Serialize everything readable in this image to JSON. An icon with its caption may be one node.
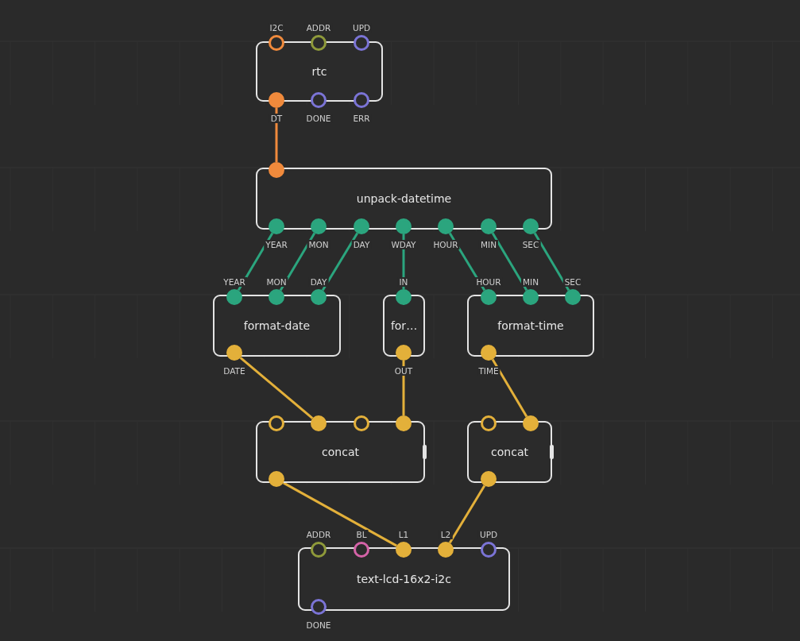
{
  "diagram": {
    "nodes": [
      {
        "text": [
          "rtc"
        ]
      },
      {
        "text": [],
        "shape": "circle",
        "in": 0,
        "beside": [
          "I2C"
        ]
      },
      {
        "text": [],
        "shape": "circle",
        "in": 0,
        "beside": [
          "ADDR"
        ]
      },
      {
        "text": [],
        "shape": "circle",
        "in": 0,
        "beside": [
          "UPD"
        ]
      },
      {
        "text": [],
        "shape": "circle",
        "in": 0,
        "beside": [
          "DT"
        ]
      },
      {
        "text": [],
        "shape": "circle",
        "in": 0,
        "beside": [
          "DONE"
        ]
      },
      {
        "text": [],
        "shape": "circle",
        "in": 0,
        "beside": [
          "ERR"
        ]
      },
      {
        "text": [
          "unpack-datetime"
        ]
      },
      {
        "text": [],
        "shape": "circle",
        "in": 7
      },
      {
        "text": [],
        "shape": "circle",
        "in": 7,
        "beside": [
          "YEAR"
        ]
      },
      {
        "text": [],
        "shape": "circle",
        "in": 7,
        "beside": [
          "MON"
        ]
      },
      {
        "text": [],
        "shape": "circle",
        "in": 7,
        "beside": [
          "DAY"
        ]
      },
      {
        "text": [],
        "shape": "circle",
        "in": 7,
        "beside": [
          "WDAY"
        ]
      },
      {
        "text": [],
        "shape": "circle",
        "in": 7,
        "beside": [
          "HOUR"
        ]
      },
      {
        "text": [],
        "shape": "circle",
        "in": 7,
        "beside": [
          "MIN"
        ]
      },
      {
        "text": [],
        "shape": "circle",
        "in": 7,
        "beside": [
          "SEC"
        ]
      },
      {
        "text": [
          "format-date"
        ]
      },
      {
        "text": [],
        "shape": "circle",
        "in": 16,
        "beside": [
          "YEAR"
        ]
      },
      {
        "text": [],
        "shape": "circle",
        "in": 16,
        "beside": [
          "MON"
        ]
      },
      {
        "text": [],
        "shape": "circle",
        "in": 16,
        "beside": [
          "DAY"
        ]
      },
      {
        "text": [],
        "shape": "circle",
        "in": 16,
        "beside": [
          "DATE"
        ]
      },
      {
        "text": [
          "for…"
        ]
      },
      {
        "text": [],
        "shape": "circle",
        "in": 21,
        "beside": [
          "IN"
        ]
      },
      {
        "text": [],
        "shape": "circle",
        "in": 21,
        "beside": [
          "OUT"
        ]
      },
      {
        "text": [
          "format-time"
        ]
      },
      {
        "text": [],
        "shape": "circle",
        "in": 24,
        "beside": [
          "HOUR"
        ]
      },
      {
        "text": [],
        "shape": "circle",
        "in": 24,
        "beside": [
          "MIN"
        ]
      },
      {
        "text": [],
        "shape": "circle",
        "in": 24,
        "beside": [
          "SEC"
        ]
      },
      {
        "text": [],
        "shape": "circle",
        "in": 24,
        "beside": [
          "TIME"
        ]
      },
      {
        "text": [
          "concat"
        ]
      },
      {
        "text": [],
        "shape": "circle",
        "in": 29
      },
      {
        "text": [],
        "shape": "circle",
        "in": 29
      },
      {
        "text": [],
        "shape": "circle",
        "in": 29
      },
      {
        "text": [],
        "shape": "circle",
        "in": 29
      },
      {
        "text": [],
        "shape": "circle",
        "in": 29
      },
      {
        "text": [
          "concat"
        ]
      },
      {
        "text": [],
        "shape": "circle",
        "in": 35
      },
      {
        "text": [],
        "shape": "circle",
        "in": 35
      },
      {
        "text": [],
        "shape": "circle",
        "in": 35
      },
      {
        "text": [
          "text-lcd-16x2-i2c"
        ]
      },
      {
        "text": [],
        "shape": "circle",
        "in": 39,
        "beside": [
          "ADDR"
        ]
      },
      {
        "text": [],
        "shape": "circle",
        "in": 39,
        "beside": [
          "BL"
        ]
      },
      {
        "text": [],
        "shape": "circle",
        "in": 39,
        "beside": [
          "L1"
        ]
      },
      {
        "text": [],
        "shape": "circle",
        "in": 39,
        "beside": [
          "L2"
        ]
      },
      {
        "text": [],
        "shape": "circle",
        "in": 39,
        "beside": [
          "UPD"
        ]
      },
      {
        "text": [],
        "shape": "circle",
        "in": 39,
        "beside": [
          "DONE"
        ]
      }
    ],
    "edges": [
      {
        "from": 4,
        "to": 8,
        "arrow": "none",
        "color": "#f08a3c"
      },
      {
        "from": 9,
        "to": 17,
        "arrow": "none"
      },
      {
        "from": 10,
        "to": 18,
        "arrow": "none"
      },
      {
        "from": 11,
        "to": 19,
        "arrow": "none"
      },
      {
        "from": 12,
        "to": 22,
        "arrow": "none"
      },
      {
        "from": 13,
        "to": 25,
        "arrow": "none"
      },
      {
        "from": 14,
        "to": 26,
        "arrow": "none"
      },
      {
        "from": 15,
        "to": 27,
        "arrow": "none"
      },
      {
        "from": 20,
        "to": 31,
        "arrow": "none",
        "color": "#e3b03a"
      },
      {
        "from": 23,
        "to": 33,
        "arrow": "none",
        "color": "#e3b03a"
      },
      {
        "from": 28,
        "to": 37,
        "arrow": "none",
        "color": "#e3b03a"
      },
      {
        "from": 34,
        "to": 42,
        "arrow": "none",
        "color": "#e3b03a"
      },
      {
        "from": 38,
        "to": 43,
        "arrow": "none",
        "color": "#e3b03a"
      }
    ]
  }
}
